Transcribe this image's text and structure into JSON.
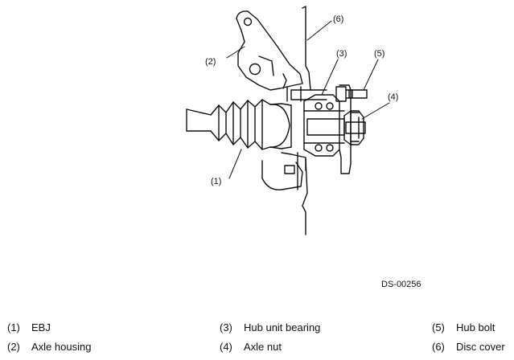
{
  "figure_id": "DS-00256",
  "callouts": {
    "c1": "(1)",
    "c2": "(2)",
    "c3": "(3)",
    "c4": "(4)",
    "c5": "(5)",
    "c6": "(6)"
  },
  "legend": [
    {
      "num": "(1)",
      "label": "EBJ"
    },
    {
      "num": "(2)",
      "label": "Axle housing"
    },
    {
      "num": "(3)",
      "label": "Hub unit bearing"
    },
    {
      "num": "(4)",
      "label": "Axle nut"
    },
    {
      "num": "(5)",
      "label": "Hub bolt"
    },
    {
      "num": "(6)",
      "label": "Disc cover"
    }
  ]
}
